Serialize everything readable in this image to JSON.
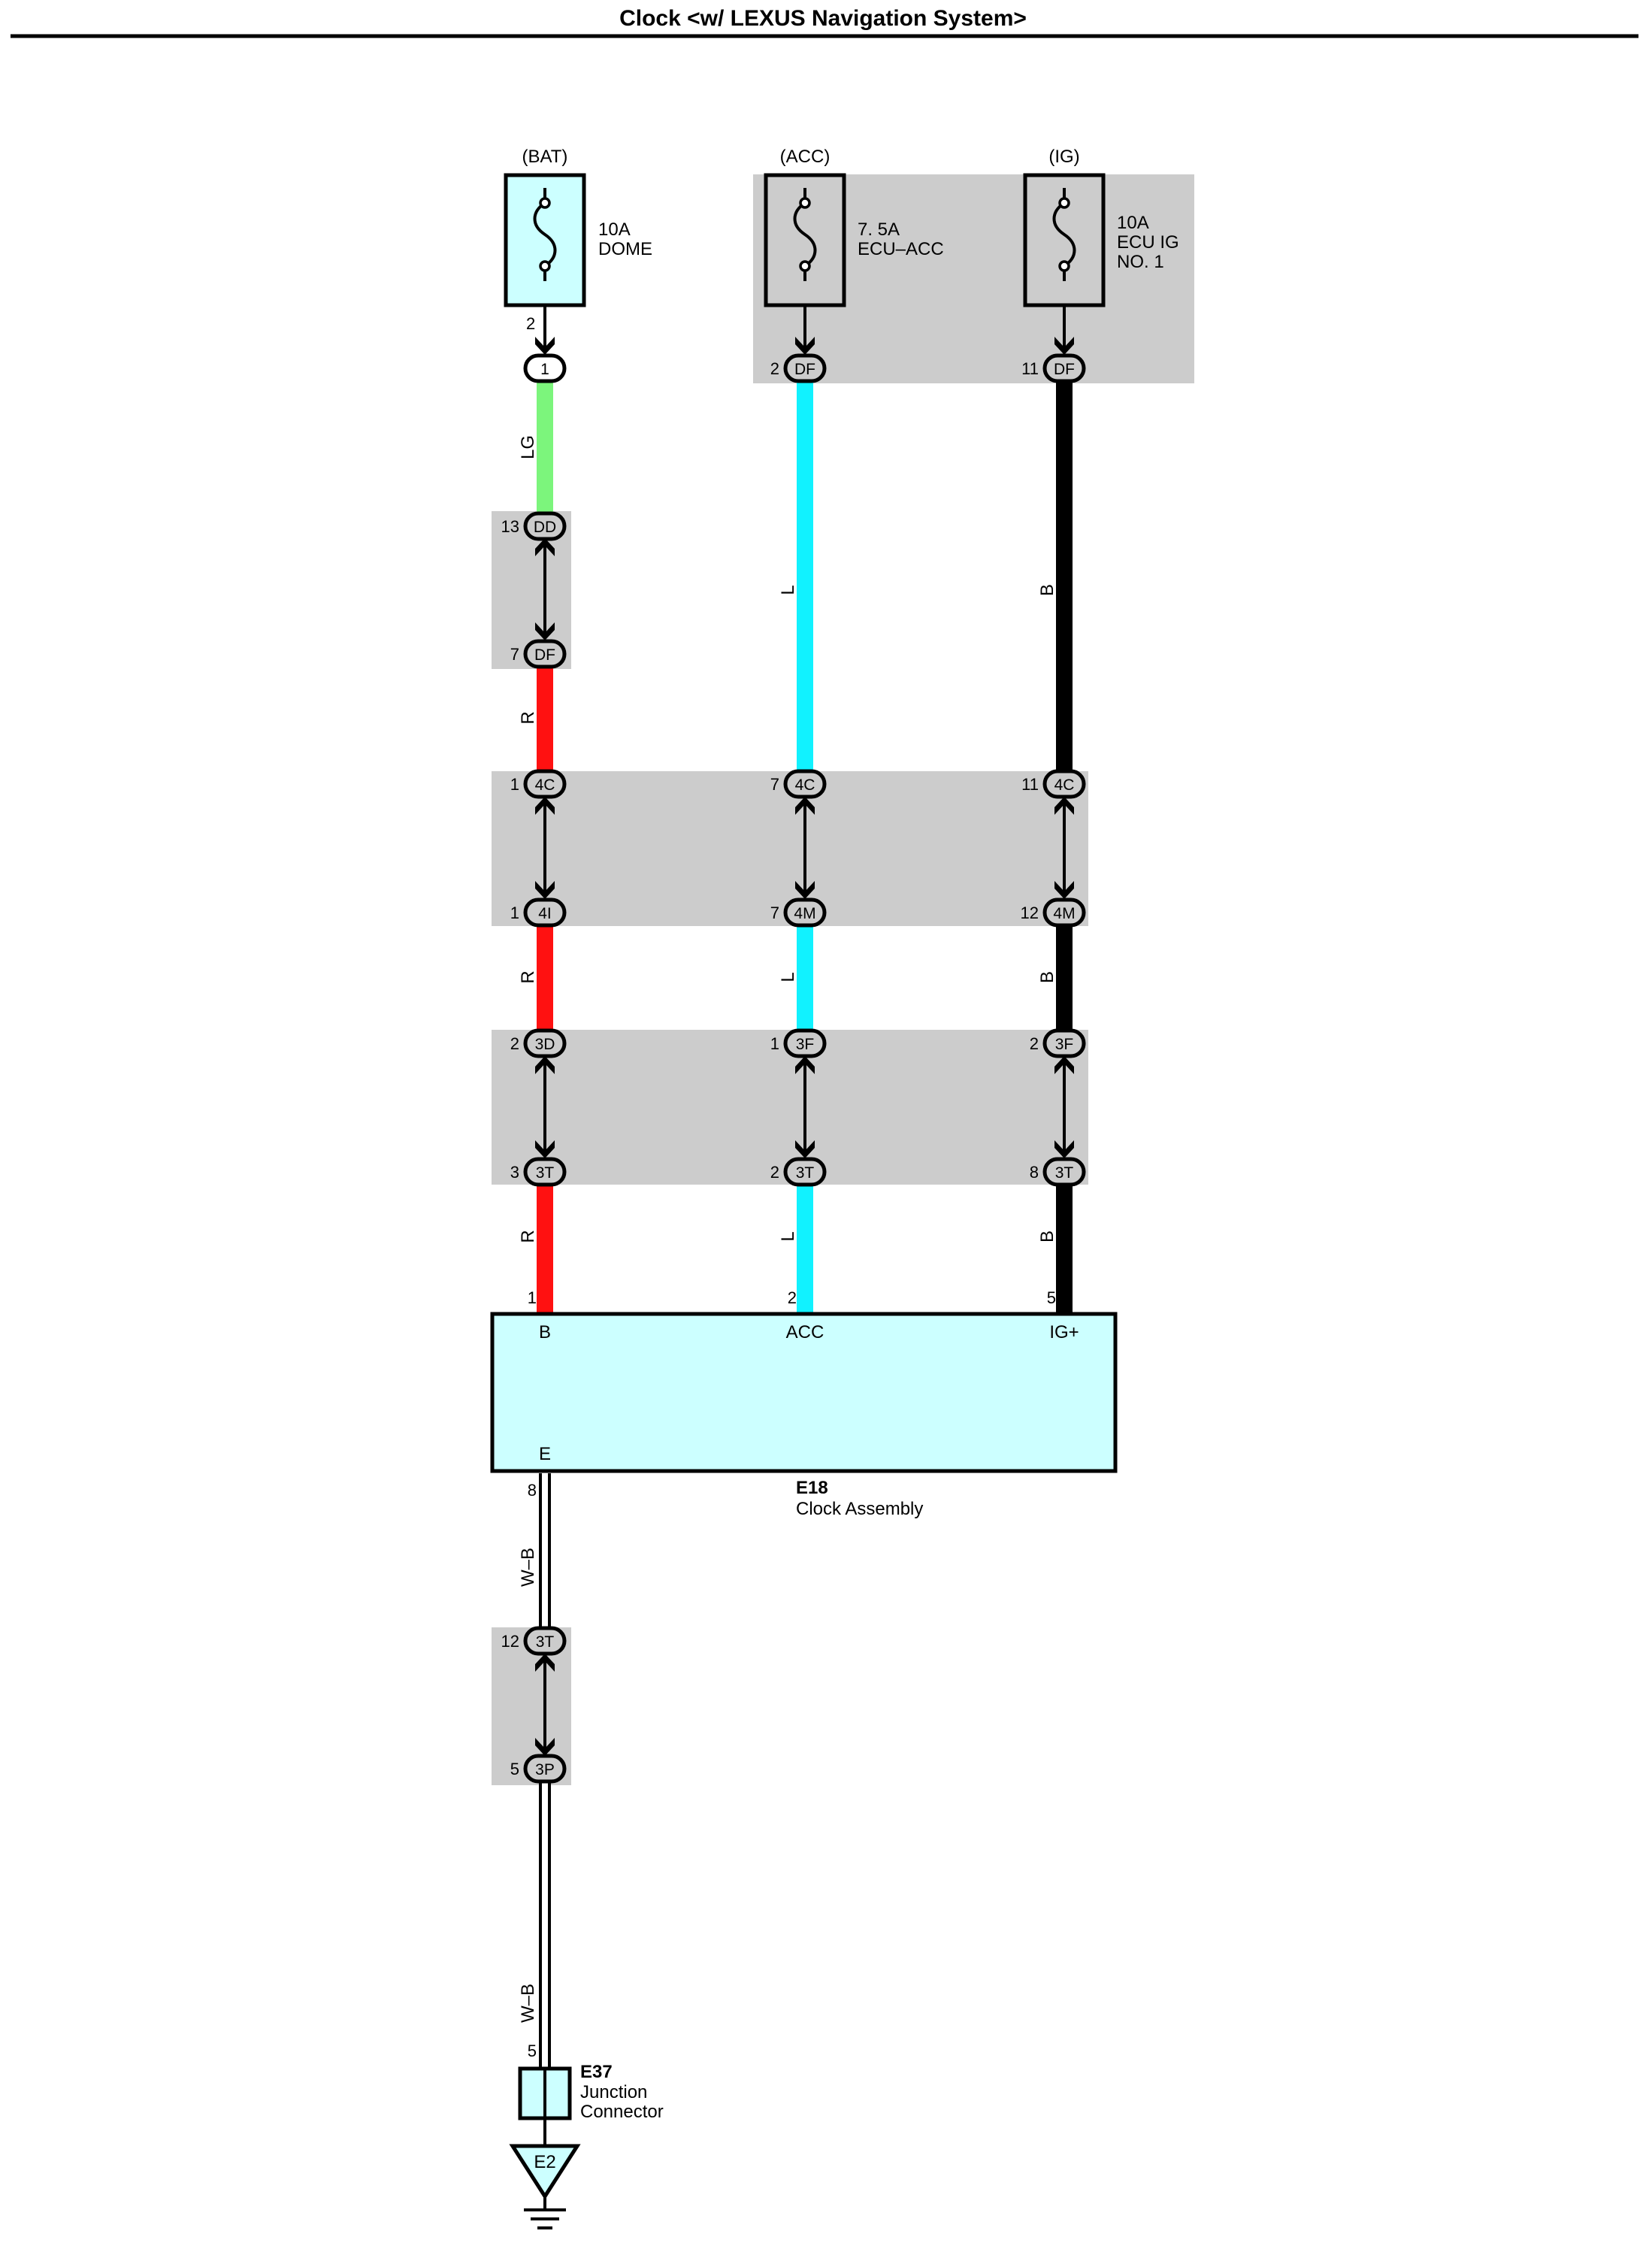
{
  "title": "Clock <w/ LEXUS Navigation System>",
  "colors": {
    "LG": "#7cf57c",
    "R": "#ff1111",
    "L": "#11f2ff",
    "B": "#000000",
    "W-B": "#ffffff",
    "component_fill": "#ccffff",
    "junction_bg": "#cccccc"
  },
  "sources": {
    "bat": {
      "label": "(BAT)",
      "fuse_amp": "10A",
      "fuse_name": "DOME",
      "pin": "2"
    },
    "acc": {
      "label": "(ACC)",
      "fuse_amp": "7. 5A",
      "fuse_name": "ECU–ACC",
      "pin": ""
    },
    "ig": {
      "label": "(IG)",
      "fuse_amp": "10A",
      "fuse_name": "ECU IG",
      "fuse_name2": "NO. 1",
      "pin": ""
    }
  },
  "connectors": {
    "bat_1": {
      "code": "1",
      "pin": ""
    },
    "acc_df": {
      "code": "DF",
      "pin": "2"
    },
    "ig_df": {
      "code": "DF",
      "pin": "11"
    },
    "bat_dd": {
      "code": "DD",
      "pin": "13"
    },
    "bat_df": {
      "code": "DF",
      "pin": "7"
    },
    "bat_4c": {
      "code": "4C",
      "pin": "1"
    },
    "acc_4c": {
      "code": "4C",
      "pin": "7"
    },
    "ig_4c": {
      "code": "4C",
      "pin": "11"
    },
    "bat_4i": {
      "code": "4I",
      "pin": "1"
    },
    "acc_4m": {
      "code": "4M",
      "pin": "7"
    },
    "ig_4m": {
      "code": "4M",
      "pin": "12"
    },
    "bat_3d": {
      "code": "3D",
      "pin": "2"
    },
    "acc_3f": {
      "code": "3F",
      "pin": "1"
    },
    "ig_3f": {
      "code": "3F",
      "pin": "2"
    },
    "bat_3t": {
      "code": "3T",
      "pin": "3"
    },
    "acc_3t": {
      "code": "3T",
      "pin": "2"
    },
    "ig_3t": {
      "code": "3T",
      "pin": "8"
    },
    "gnd_3t": {
      "code": "3T",
      "pin": "12"
    },
    "gnd_3p": {
      "code": "3P",
      "pin": "5"
    }
  },
  "wires": {
    "bat_1": "LG",
    "bat_2": "R",
    "bat_3": "R",
    "bat_4": "R",
    "acc_1": "L",
    "acc_2": "L",
    "acc_3": "L",
    "ig_1": "B",
    "ig_2": "B",
    "ig_3": "B",
    "gnd_1": "W–B",
    "gnd_2": "W–B"
  },
  "clock": {
    "id": "E18",
    "name": "Clock Assembly",
    "pin_b": {
      "num": "1",
      "name": "B"
    },
    "pin_acc": {
      "num": "2",
      "name": "ACC"
    },
    "pin_ig": {
      "num": "5",
      "name": "IG+"
    },
    "pin_e": {
      "num": "8",
      "name": "E"
    }
  },
  "junction": {
    "id": "E37",
    "name": "Junction",
    "name2": "Connector",
    "pin": "5"
  },
  "ground": {
    "id": "E2"
  }
}
